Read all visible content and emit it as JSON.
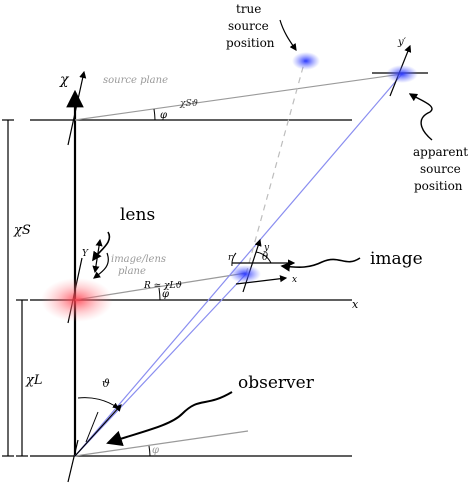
{
  "labels": {
    "true_source": [
      "true",
      "source",
      "position"
    ],
    "apparent_source": [
      "apparent",
      "source",
      "position"
    ],
    "source_plane": "source plane",
    "image_lens_plane": [
      "image/lens",
      "plane"
    ],
    "lens": "lens",
    "image": "image",
    "observer": "observer",
    "chi": "χ",
    "chi_S": "χS",
    "chi_L": "χL",
    "chi_S_theta": "χSϑ",
    "R_approx": "R ≃ χLϑ",
    "varphi_top": "φ",
    "varphi_mid": "φ",
    "varphi_bot": "φ",
    "theta_obs": "ϑ",
    "theta_img": "θ",
    "x_mid": "x",
    "x_small": "x",
    "r": "r",
    "y_mid": "y",
    "y_prime": "y′",
    "Y": "Y"
  },
  "colors": {
    "ray_blue": "#8a8ef0",
    "source_blue": "#2f3cff",
    "lens_red": "#ff4d5a",
    "grey_line": "#9a9a9a"
  }
}
